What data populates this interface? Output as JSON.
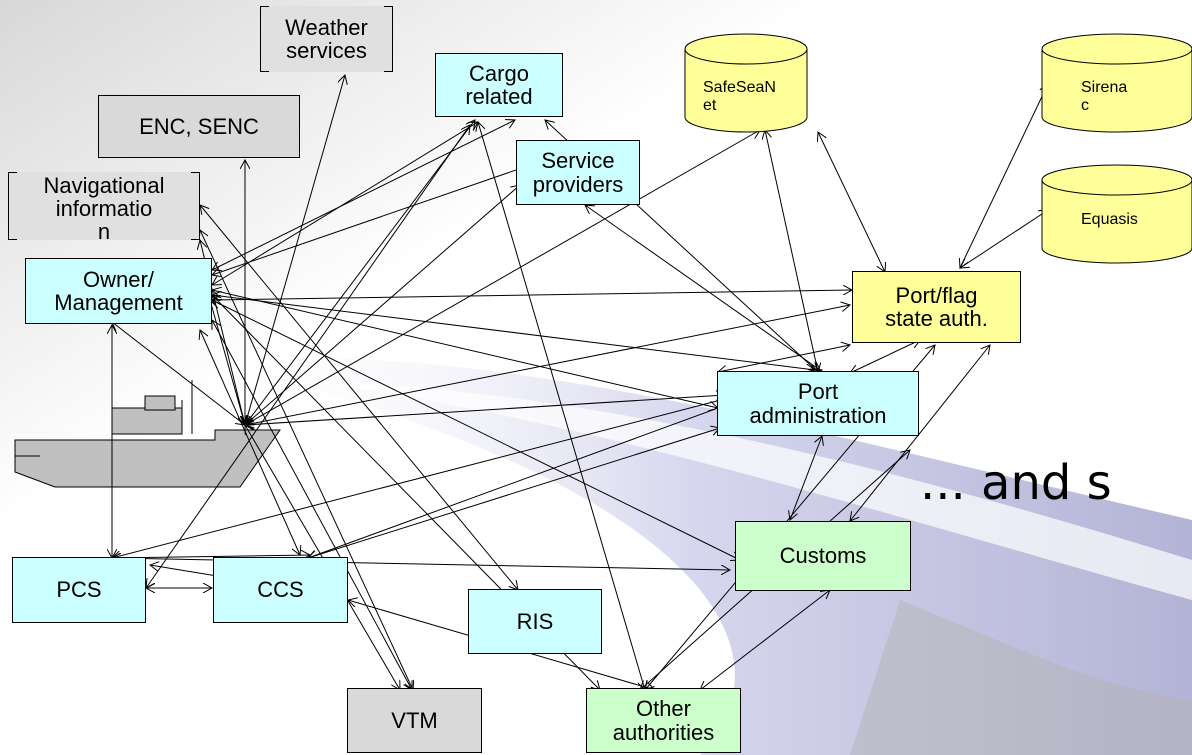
{
  "nodes": {
    "weather": "Weather\nservices",
    "enc": "ENC, SENC",
    "navinfo": "Navigational\ninformatio\nn",
    "owner": "Owner/\nManagement",
    "cargo": "Cargo\nrelated",
    "service": "Service\nproviders",
    "portflag": "Port/flag\nstate auth.",
    "portadmin": "Port\nadministration",
    "customs": "Customs",
    "pcs": "PCS",
    "ccs": "CCS",
    "ris": "RIS",
    "vtm": "VTM",
    "other": "Other\nauthorities"
  },
  "databases": {
    "safeseanet": "SafeSeaNet",
    "sirenac": "Sirenac",
    "equasis": "Equasis"
  },
  "tagline": "... and s",
  "colors": {
    "cyan": "#ccffff",
    "grey": "#d9d9d9",
    "green": "#ccffcc",
    "yellow": "#ffff99",
    "ship": "#c0c0c0"
  }
}
